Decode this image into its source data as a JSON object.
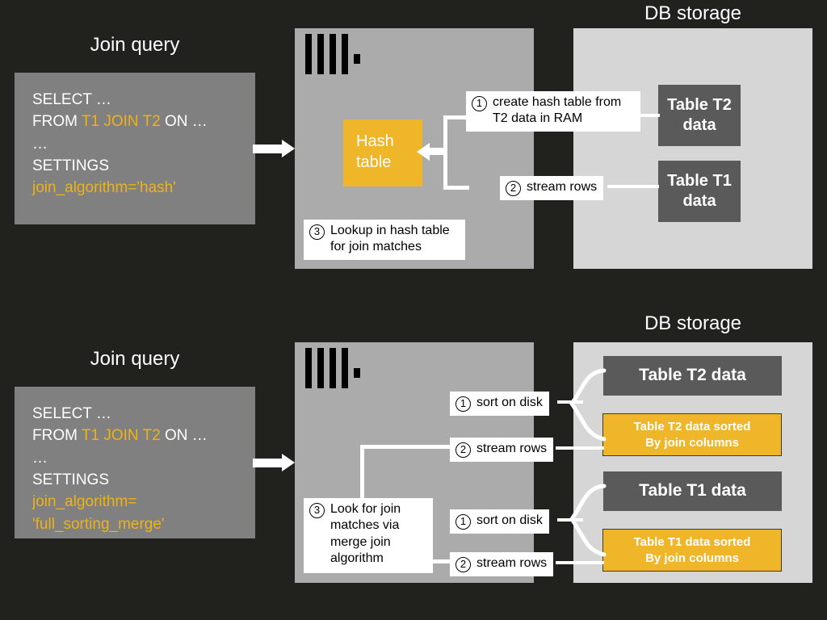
{
  "theme": {
    "background": "#21211e",
    "engine_panel": "#ababab",
    "storage_panel": "#d6d6d6",
    "query_box": "#808080",
    "accent_yellow": "#efb62a",
    "table_block": "#5a5a5a",
    "text_light": "#ffffff"
  },
  "sections": {
    "hash_join": {
      "query_heading": "Join query",
      "storage_heading": "DB storage",
      "query": {
        "line1": "SELECT …",
        "line2_prefix": "FROM ",
        "line2_accent": "T1 JOIN T2",
        "line2_suffix": " ON …",
        "line3": "…",
        "line4": "SETTINGS",
        "line5": "join_algorithm='hash'"
      },
      "hash_table_label_1": "Hash",
      "hash_table_label_2": "table",
      "steps": {
        "step1_num": "1",
        "step1_line1": "create hash table from",
        "step1_line2": "T2 data in RAM",
        "step2_num": "2",
        "step2_text": "stream rows",
        "step3_num": "3",
        "step3_line1": "Lookup in hash table",
        "step3_line2": "for join matches"
      },
      "storage_blocks": [
        {
          "line1": "Table T2",
          "line2": "data"
        },
        {
          "line1": "Table T1",
          "line2": "data"
        }
      ]
    },
    "merge_join": {
      "query_heading": "Join query",
      "storage_heading": "DB storage",
      "query": {
        "line1": "SELECT …",
        "line2_prefix": "FROM ",
        "line2_accent": "T1 JOIN T2",
        "line2_suffix": " ON …",
        "line3": "…",
        "line4": "SETTINGS",
        "line5": "join_algorithm=",
        "line6": "'full_sorting_merge'"
      },
      "steps": {
        "sort_t2_num": "1",
        "sort_t2_text": "sort on disk",
        "stream_t2_num": "2",
        "stream_t2_text": "stream rows",
        "sort_t1_num": "1",
        "sort_t1_text": "sort on disk",
        "stream_t1_num": "2",
        "stream_t1_text": "stream rows",
        "merge_num": "3",
        "merge_line1": "Look for join",
        "merge_line2": "matches via",
        "merge_line3": "merge join",
        "merge_line4": "algorithm"
      },
      "storage_blocks": [
        {
          "label": "Table T2 data",
          "kind": "raw"
        },
        {
          "line1": "Table T2 data sorted",
          "line2": "By join columns",
          "kind": "sorted"
        },
        {
          "label": "Table T1 data",
          "kind": "raw"
        },
        {
          "line1": "Table T1 data sorted",
          "line2": "By join columns",
          "kind": "sorted"
        }
      ]
    }
  }
}
